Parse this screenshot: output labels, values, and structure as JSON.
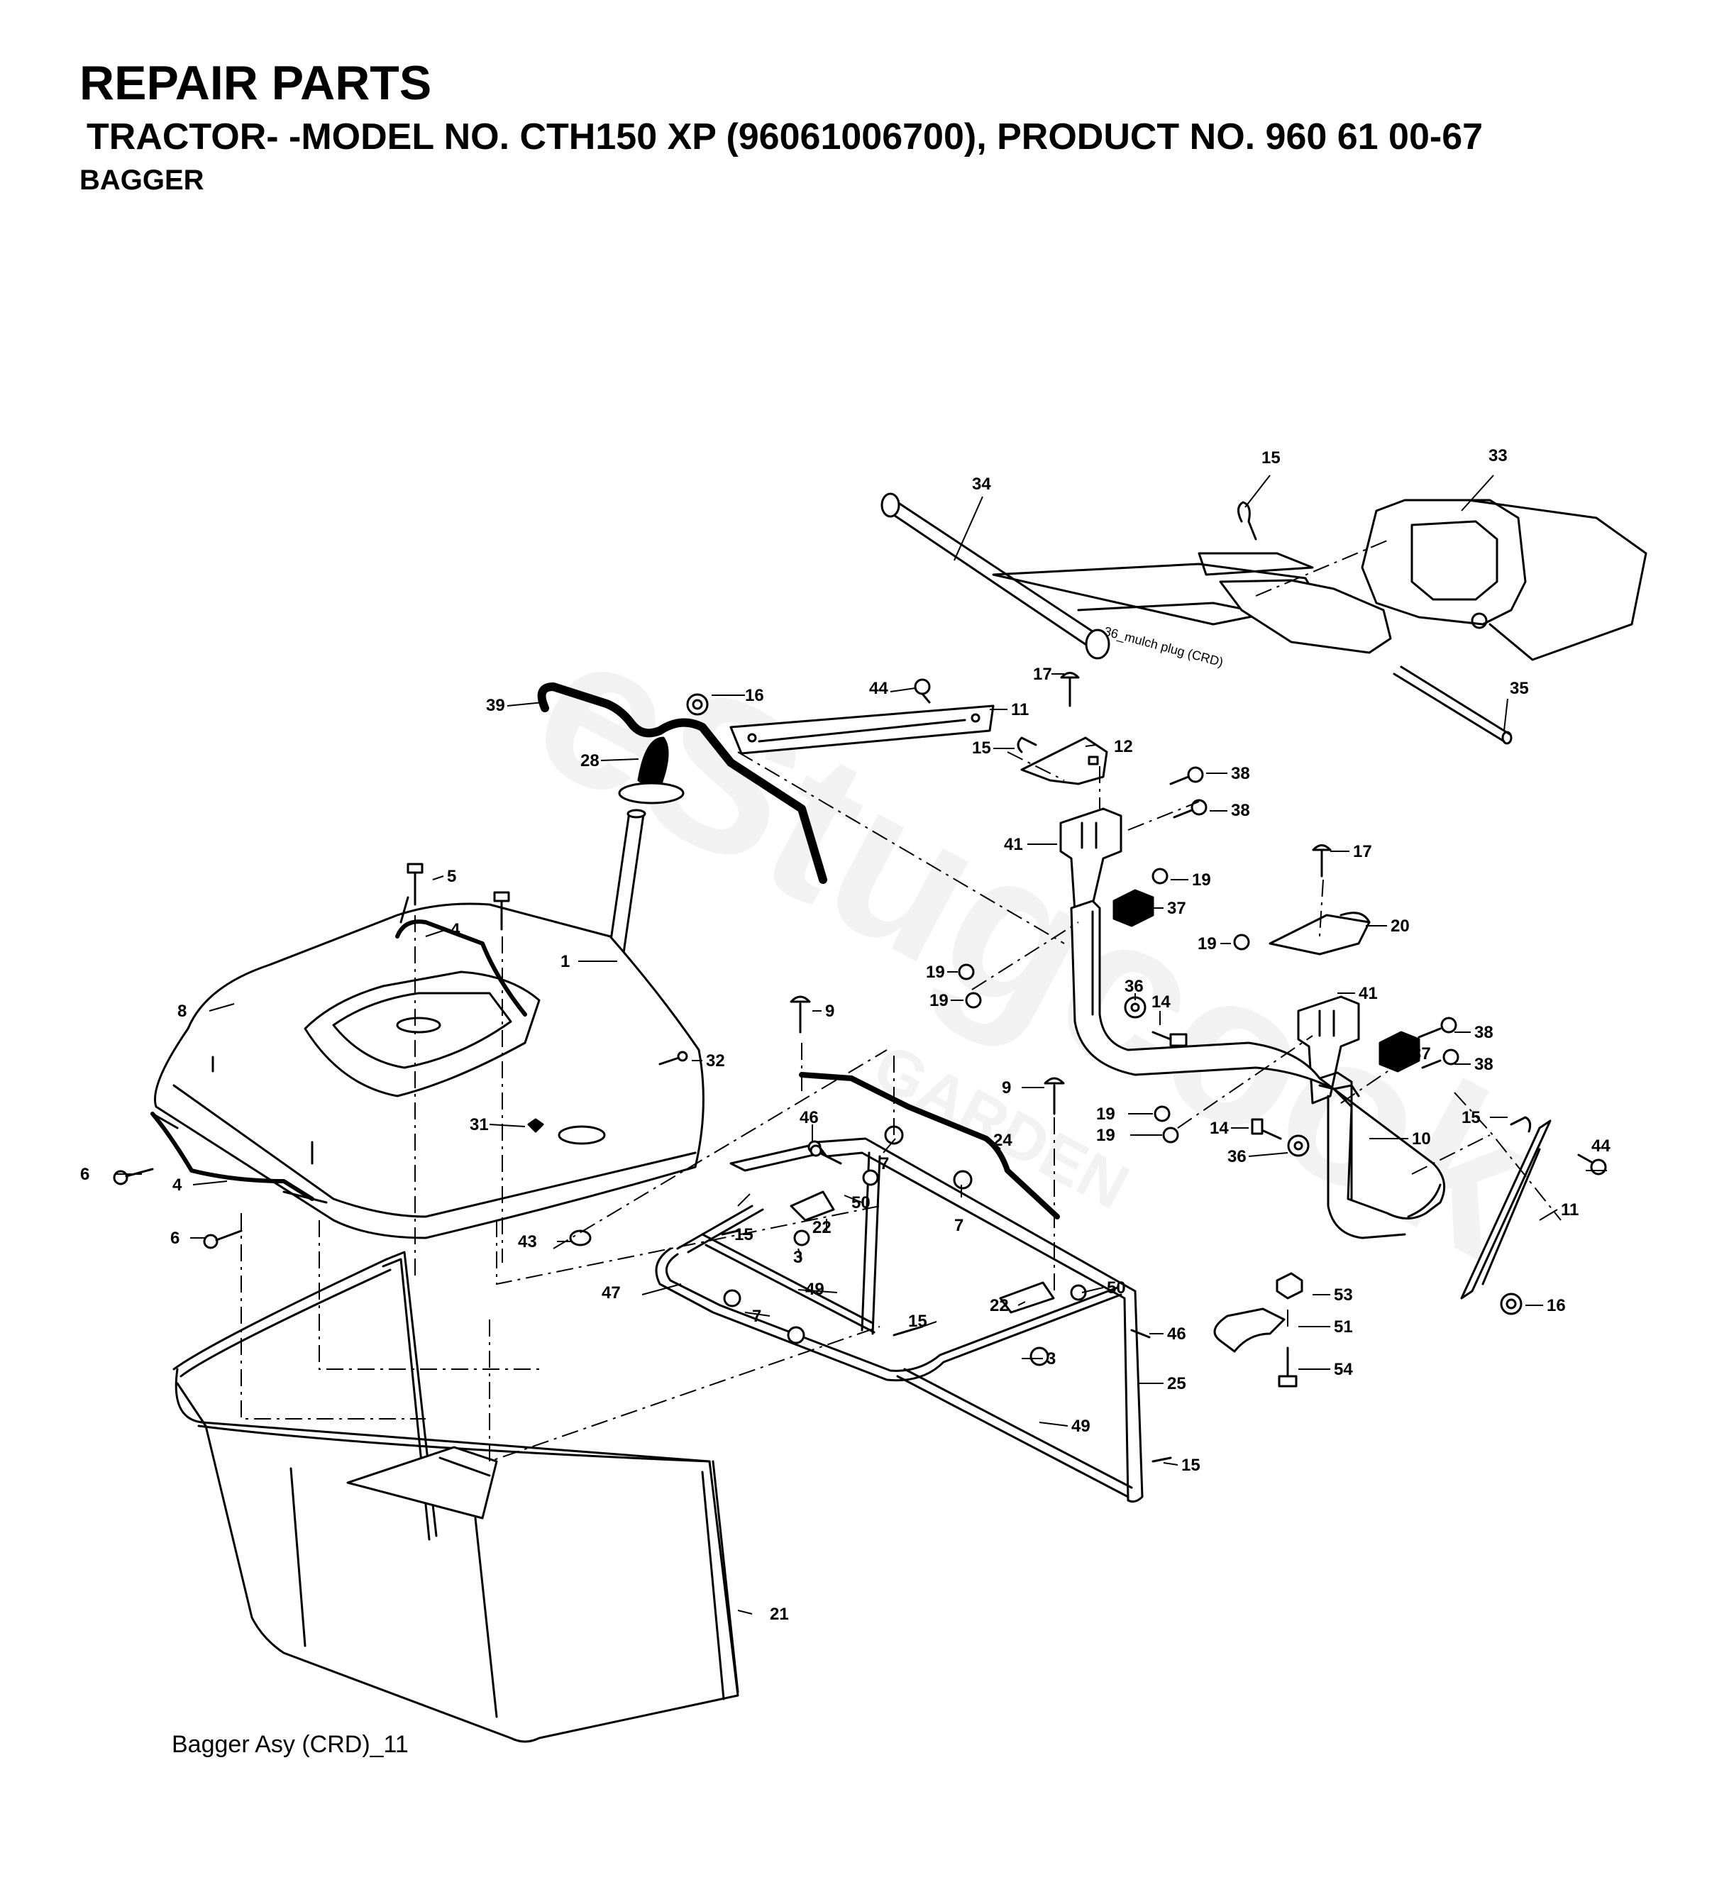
{
  "header": {
    "title": "REPAIR PARTS",
    "model_line": "TRACTOR- -MODEL NO. CTH150 XP (96061006700), PRODUCT NO. 960 61 00-67",
    "section": "BAGGER"
  },
  "diagram": {
    "inline_note": "36_mulch plug (CRD)",
    "watermark": "eStugcook",
    "watermark_sub": "GARDEN",
    "labels": [
      "15",
      "33",
      "34",
      "35",
      "17",
      "16",
      "44",
      "11",
      "12",
      "15",
      "39",
      "28",
      "38",
      "38",
      "41",
      "19",
      "37",
      "19",
      "19",
      "17",
      "20",
      "19",
      "38",
      "38",
      "41",
      "36",
      "14",
      "37",
      "5",
      "4",
      "1",
      "8",
      "32",
      "31",
      "9",
      "9",
      "24",
      "46",
      "7",
      "7",
      "50",
      "22",
      "15",
      "3",
      "49",
      "47",
      "7",
      "15",
      "22",
      "50",
      "46",
      "3",
      "25",
      "49",
      "15",
      "21",
      "6",
      "4",
      "6",
      "43",
      "19",
      "19",
      "14",
      "36",
      "10",
      "15",
      "44",
      "11",
      "16",
      "53",
      "51",
      "54"
    ]
  },
  "caption": "Bagger Asy (CRD)_11",
  "colors": {
    "ink": "#000000",
    "background": "#ffffff",
    "watermark": "#f2f2f2"
  }
}
